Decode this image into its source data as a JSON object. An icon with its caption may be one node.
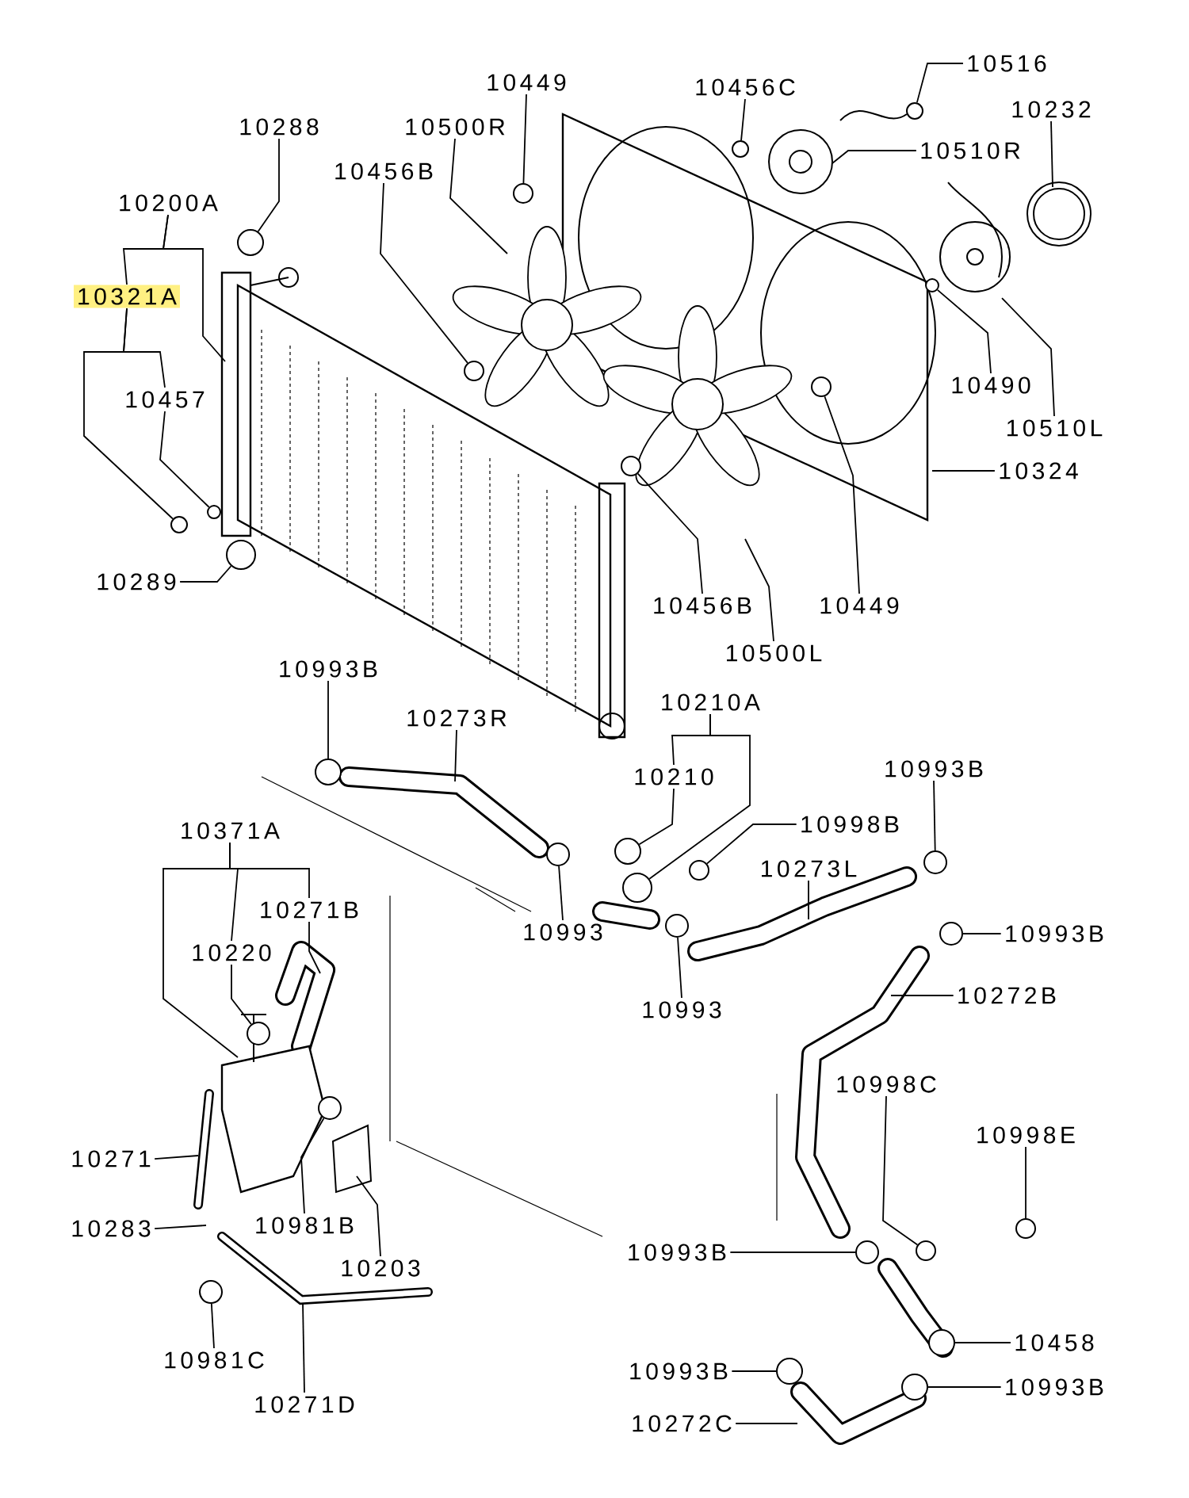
{
  "diagram": {
    "nodes": [
      {
        "text": [
          "10288"
        ]
      },
      {
        "text": [
          "10200A"
        ]
      },
      {
        "text": [
          "10321A"
        ]
      },
      {
        "text": [
          "10457"
        ]
      },
      {
        "text": [
          "10289"
        ]
      },
      {
        "text": [
          "10449"
        ]
      },
      {
        "text": [
          "10500R"
        ]
      },
      {
        "text": [
          "10456B"
        ]
      },
      {
        "text": [
          "10456C"
        ]
      },
      {
        "text": [
          "10516"
        ]
      },
      {
        "text": [
          "10232"
        ]
      },
      {
        "text": [
          "10510R"
        ]
      },
      {
        "text": [
          "10490"
        ]
      },
      {
        "text": [
          "10510L"
        ]
      },
      {
        "text": [
          "10324"
        ]
      },
      {
        "text": [
          "10456B"
        ]
      },
      {
        "text": [
          "10449"
        ]
      },
      {
        "text": [
          "10500L"
        ]
      },
      {
        "text": [
          "10993B"
        ]
      },
      {
        "text": [
          "10273R"
        ]
      },
      {
        "text": [
          "10210A"
        ]
      },
      {
        "text": [
          "10210"
        ]
      },
      {
        "text": [
          "10998B"
        ]
      },
      {
        "text": [
          "10993B"
        ]
      },
      {
        "text": [
          "10273L"
        ]
      },
      {
        "text": [
          "10371A"
        ]
      },
      {
        "text": [
          "10271B"
        ]
      },
      {
        "text": [
          "10220"
        ]
      },
      {
        "text": [
          "10993"
        ]
      },
      {
        "text": [
          "10993"
        ]
      },
      {
        "text": [
          "10993B"
        ]
      },
      {
        "text": [
          "10272B"
        ]
      },
      {
        "text": [
          "10271"
        ]
      },
      {
        "text": [
          "10283"
        ]
      },
      {
        "text": [
          "10981B"
        ]
      },
      {
        "text": [
          "10203"
        ]
      },
      {
        "text": [
          "10981C"
        ]
      },
      {
        "text": [
          "10271D"
        ]
      },
      {
        "text": [
          "10998C"
        ]
      },
      {
        "text": [
          "10998E"
        ]
      },
      {
        "text": [
          "10993B"
        ]
      },
      {
        "text": [
          "10458"
        ]
      },
      {
        "text": [
          "10993B"
        ]
      },
      {
        "text": [
          "10993B"
        ]
      },
      {
        "text": [
          "10272C"
        ]
      },
      {
        "text": [],
        "shape": "circle"
      },
      {
        "text": [],
        "shape": "circle"
      },
      {
        "text": [],
        "shape": "circle"
      },
      {
        "text": [],
        "shape": "circle"
      },
      {
        "text": [],
        "shape": "circle"
      },
      {
        "text": [],
        "shape": "circle"
      },
      {
        "text": [],
        "shape": "circle"
      },
      {
        "text": [],
        "shape": "circle"
      },
      {
        "text": [],
        "shape": "circle"
      },
      {
        "text": [],
        "shape": "circle"
      },
      {
        "text": [],
        "shape": "circle"
      },
      {
        "text": [],
        "shape": "circle"
      },
      {
        "text": [],
        "shape": "circle"
      },
      {
        "text": [],
        "shape": "circle"
      },
      {
        "text": [],
        "shape": "circle"
      },
      {
        "text": [],
        "shape": "circle"
      },
      {
        "text": [],
        "shape": "circle"
      },
      {
        "text": [],
        "shape": "circle"
      },
      {
        "text": [],
        "shape": "circle"
      },
      {
        "text": [],
        "shape": "circle"
      },
      {
        "text": [],
        "shape": "circle"
      },
      {
        "text": [],
        "shape": "circle"
      },
      {
        "text": [],
        "shape": "circle"
      },
      {
        "text": [],
        "shape": "circle"
      },
      {
        "text": [],
        "shape": "circle"
      },
      {
        "text": [],
        "shape": "circle"
      },
      {
        "text": [],
        "shape": "circle"
      },
      {
        "text": [],
        "shape": "circle"
      }
    ],
    "edges": [
      {
        "from": 0,
        "to": 48,
        "arrow": "none"
      },
      {
        "from": 1,
        "to": 2,
        "arrow": "none"
      },
      {
        "from": 1,
        "to": null,
        "arrow": "none"
      },
      {
        "from": 2,
        "to": 3,
        "arrow": "none"
      },
      {
        "from": 2,
        "to": 54,
        "arrow": "none"
      },
      {
        "from": 3,
        "to": 53,
        "arrow": "none"
      },
      {
        "from": 4,
        "to": 55,
        "arrow": "none"
      },
      {
        "from": 5,
        "to": 47,
        "arrow": "none"
      },
      {
        "from": 6,
        "to": null,
        "arrow": "none"
      },
      {
        "from": 7,
        "to": 50,
        "arrow": "none"
      },
      {
        "from": 8,
        "to": 46,
        "arrow": "none"
      },
      {
        "from": 9,
        "to": 45,
        "arrow": "none"
      },
      {
        "from": 10,
        "to": null,
        "arrow": "none"
      },
      {
        "from": 11,
        "to": null,
        "arrow": "none"
      },
      {
        "from": 12,
        "to": 49,
        "arrow": "none"
      },
      {
        "from": 13,
        "to": null,
        "arrow": "none"
      },
      {
        "from": 14,
        "to": null,
        "arrow": "none"
      },
      {
        "from": 15,
        "to": 52,
        "arrow": "none"
      },
      {
        "from": 16,
        "to": 51,
        "arrow": "none"
      },
      {
        "from": 17,
        "to": null,
        "arrow": "none"
      },
      {
        "from": 18,
        "to": 56,
        "arrow": "none"
      },
      {
        "from": 19,
        "to": null,
        "arrow": "none"
      },
      {
        "from": 20,
        "to": 21,
        "arrow": "none"
      },
      {
        "from": 20,
        "to": 61,
        "arrow": "none"
      },
      {
        "from": 21,
        "to": 57,
        "arrow": "none"
      },
      {
        "from": 22,
        "to": 60,
        "arrow": "none"
      },
      {
        "from": 23,
        "to": 59,
        "arrow": "none"
      },
      {
        "from": 24,
        "to": null,
        "arrow": "none"
      },
      {
        "from": 25,
        "to": null,
        "arrow": "none"
      },
      {
        "from": 25,
        "to": 27,
        "arrow": "none"
      },
      {
        "from": 25,
        "to": 26,
        "arrow": "none"
      },
      {
        "from": 26,
        "to": null,
        "arrow": "none"
      },
      {
        "from": 27,
        "to": 64,
        "arrow": "none"
      },
      {
        "from": 28,
        "to": 58,
        "arrow": "none"
      },
      {
        "from": 29,
        "to": 62,
        "arrow": "none"
      },
      {
        "from": 30,
        "to": 63,
        "arrow": "none"
      },
      {
        "from": 31,
        "to": null,
        "arrow": "none"
      },
      {
        "from": 32,
        "to": null,
        "arrow": "none"
      },
      {
        "from": 33,
        "to": null,
        "arrow": "none"
      },
      {
        "from": 34,
        "to": 65,
        "arrow": "none"
      },
      {
        "from": 35,
        "to": null,
        "arrow": "none"
      },
      {
        "from": 36,
        "to": 69,
        "arrow": "none"
      },
      {
        "from": 37,
        "to": null,
        "arrow": "none"
      },
      {
        "from": 38,
        "to": 67,
        "arrow": "none"
      },
      {
        "from": 39,
        "to": 66,
        "arrow": "none"
      },
      {
        "from": 40,
        "to": 68,
        "arrow": "none"
      },
      {
        "from": 41,
        "to": 70,
        "arrow": "none"
      },
      {
        "from": 42,
        "to": 71,
        "arrow": "none"
      },
      {
        "from": 43,
        "to": 72,
        "arrow": "none"
      },
      {
        "from": 44,
        "to": null,
        "arrow": "none"
      }
    ]
  }
}
